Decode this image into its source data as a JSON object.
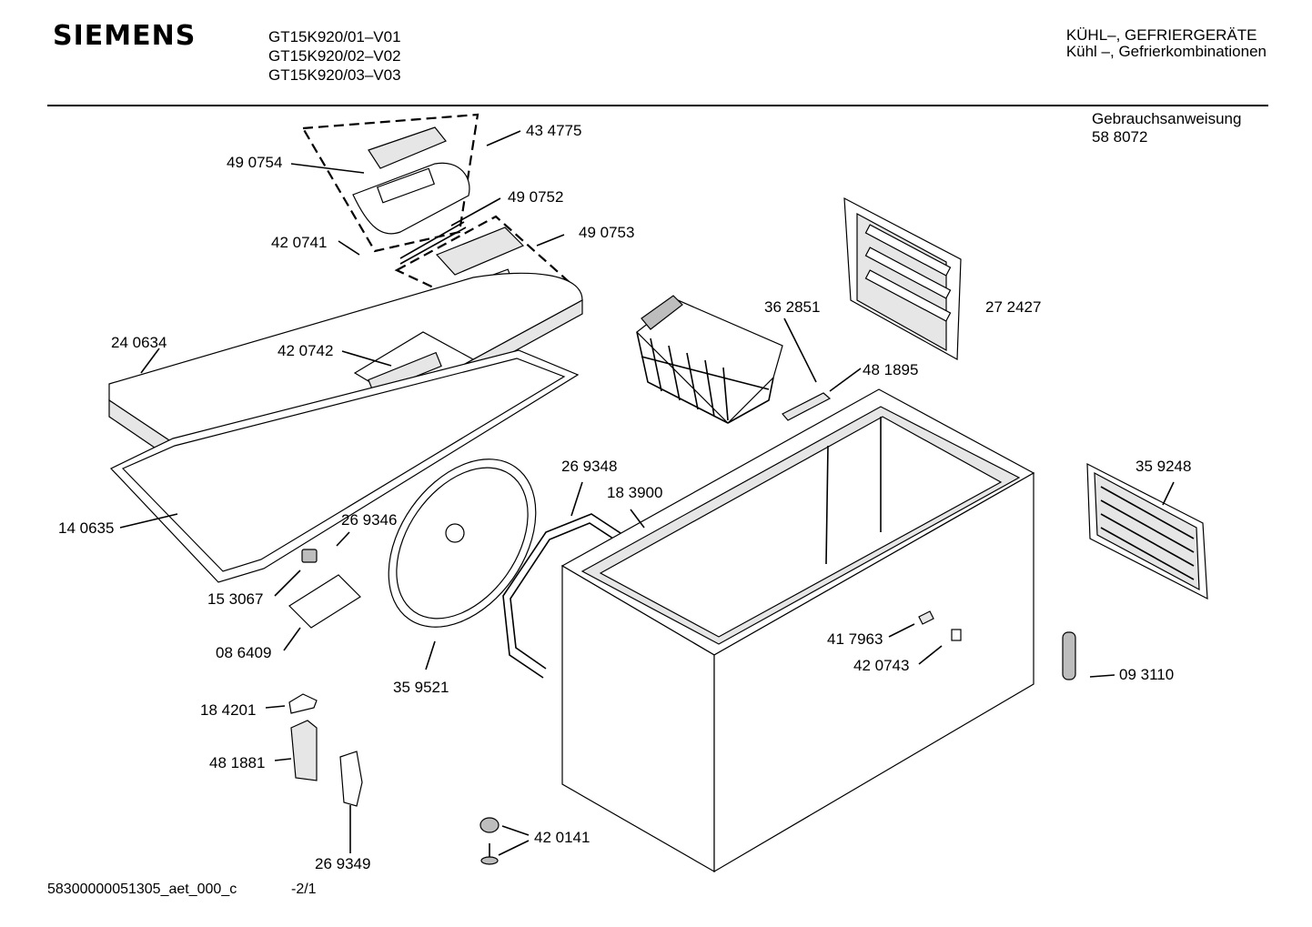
{
  "header": {
    "brand": "SIEMENS",
    "models": [
      "GT15K920/01–V01",
      "GT15K920/02–V02",
      "GT15K920/03–V03"
    ],
    "category": [
      "KÜHL–, GEFRIERGERÄTE",
      "Kühl –, Gefrierkombinationen"
    ]
  },
  "manual": {
    "label": "Gebrauchsanweisung",
    "number": "58 8072"
  },
  "parts": [
    "43 4775",
    "49 0754",
    "49 0752",
    "49 0753",
    "42 0741",
    "24 0634",
    "42 0742",
    "14 0635",
    "26 9346",
    "15 3067",
    "08 6409",
    "35 9521",
    "26 9348",
    "18 3900",
    "36 2851",
    "27 2427",
    "48 1895",
    "35 9248",
    "41 7963",
    "42 0743",
    "09 3110",
    "18 4201",
    "48 1881",
    "26 9349",
    "42 0141"
  ],
  "footer": {
    "doc_id": "58300000051305_aet_000_c",
    "page": "-2/1"
  }
}
